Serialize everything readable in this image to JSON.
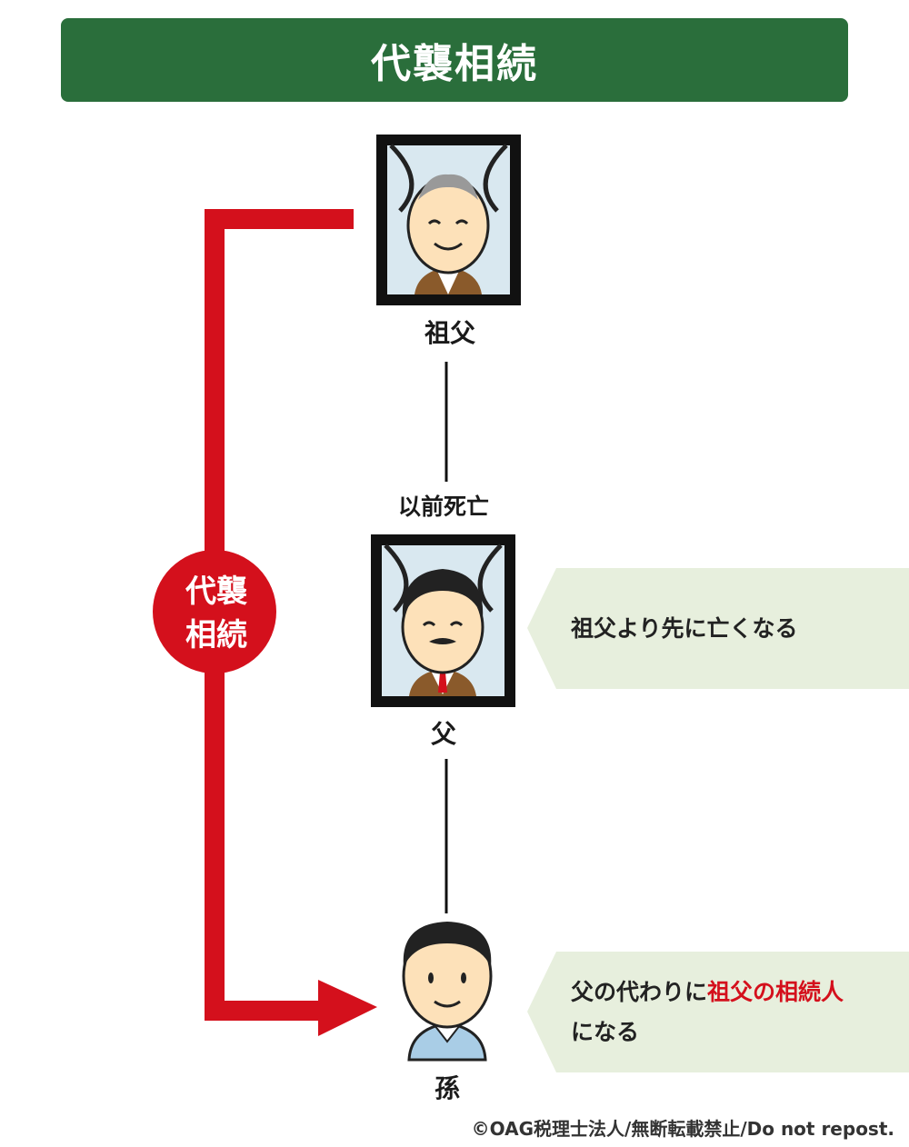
{
  "title": "代襲相続",
  "nodes": {
    "grandfather": {
      "label": "祖父"
    },
    "father": {
      "label": "父",
      "status": "以前死亡"
    },
    "grandchild": {
      "label": "孫"
    }
  },
  "badge": {
    "line1": "代襲",
    "line2": "相続"
  },
  "notes": {
    "father_note": "祖父より先に亡くなる",
    "grandchild_note_prefix": "父の代わりに",
    "grandchild_note_highlight": "祖父の相続人",
    "grandchild_note_line2": "になる"
  },
  "copyright": "©OAG税理士法人/無断転載禁止/Do not repost.",
  "colors": {
    "title_bg": "#2a6e3b",
    "arrow_red": "#d4101c",
    "note_bg": "#e7efdd",
    "frame": "#111111",
    "photo_bg": "#d9e8f0"
  }
}
